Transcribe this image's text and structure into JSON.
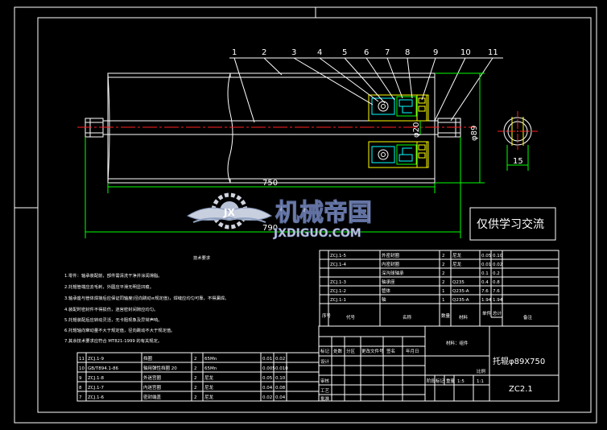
{
  "balloons": [
    "1",
    "2",
    "3",
    "4",
    "5",
    "6",
    "7",
    "8",
    "9",
    "10",
    "11"
  ],
  "dimensions": {
    "shaft_dia": "φ20",
    "roller_dia": "φ89",
    "roller_length": "750",
    "overall_length": "790",
    "side_width": "15"
  },
  "watermark": {
    "name": "机械帝国",
    "site": "JXDIGUO.COM",
    "stamp": "仅供学习交流"
  },
  "notes": {
    "title": "技术要求",
    "items": [
      "1.零件：轴承装配前，部件需清洗干净并涂润滑脂。",
      "2.托辊管端应去毛刺，外圆应平滑无明显凹痕。",
      "3.轴承座与管体焊接后应保证同轴度(径向跳动≤规定值)，焊缝应均匀可靠，不得漏焊。",
      "4.装配时密封件不得损伤，迷宫密封间隙应均匀。",
      "5.托辊装配后应转动灵活，无卡阻现象及异常声响。",
      "6.托辊轴向窜动量不大于规定值，径向跳动不大于规定值。",
      "7.其余技术要求应符合 MT821-1999 的有关规定。"
    ]
  },
  "parts_upper": [
    {
      "no": "",
      "code": "ZCJ.1-5",
      "name": "外密封圈",
      "qty": "2",
      "mat": "尼龙",
      "w1": "0.05",
      "w2": "0.10"
    },
    {
      "no": "",
      "code": "ZCJ.1-4",
      "name": "内密封圈",
      "qty": "2",
      "mat": "尼龙",
      "w1": "0.01",
      "w2": "0.02"
    },
    {
      "no": "",
      "code": "",
      "name": "深沟球轴承",
      "qty": "2",
      "mat": "",
      "w1": "0.1",
      "w2": "0.2"
    },
    {
      "no": "",
      "code": "ZCJ.1-3",
      "name": "轴承座",
      "qty": "2",
      "mat": "Q235",
      "w1": "0.4",
      "w2": "0.8"
    },
    {
      "no": "",
      "code": "ZCJ.1-2",
      "name": "管体",
      "qty": "1",
      "mat": "Q235-A",
      "w1": "7.6",
      "w2": "7.6"
    },
    {
      "no": "",
      "code": "ZCJ.1-1",
      "name": "轴",
      "qty": "1",
      "mat": "Q235-A",
      "w1": "1.94",
      "w2": "1.94"
    }
  ],
  "parts_header": {
    "no": "序号",
    "code": "代号",
    "name": "名称",
    "qty": "数量",
    "mat": "材料",
    "w1": "单件",
    "w2": "总计",
    "remark": "备注"
  },
  "parts_lower": [
    {
      "no": "11",
      "code": "ZCJ.1-9",
      "name": "挡圈",
      "qty": "2",
      "mat": "65Mn",
      "w1": "0.01",
      "w2": "0.02"
    },
    {
      "no": "10",
      "code": "GB/T894.1-86",
      "name": "轴用弹性挡圈 20",
      "qty": "2",
      "mat": "65Mn",
      "w1": "0.005",
      "w2": "0.010"
    },
    {
      "no": "9",
      "code": "ZCJ.1-8",
      "name": "外迷宫圈",
      "qty": "2",
      "mat": "尼龙",
      "w1": "0.05",
      "w2": "0.10"
    },
    {
      "no": "8",
      "code": "ZCJ.1-7",
      "name": "内迷宫圈",
      "qty": "2",
      "mat": "尼龙",
      "w1": "0.04",
      "w2": "0.08"
    },
    {
      "no": "7",
      "code": "ZCJ.1-6",
      "name": "密封端盖",
      "qty": "2",
      "mat": "尼龙",
      "w1": "0.02",
      "w2": "0.04"
    }
  ],
  "title_block": {
    "drawing_name": "托辊φ89X750",
    "drawing_no": "ZC2.1",
    "material_label": "材料：组件",
    "scale": "1:1",
    "sheet": "1:5",
    "rows": [
      "标记",
      "处数",
      "分区",
      "更改文件号",
      "签名",
      "年月日"
    ],
    "roles": [
      "设计",
      "审核",
      "工艺",
      "批准"
    ],
    "labels": [
      "阶段标记",
      "重量",
      "比例"
    ]
  }
}
